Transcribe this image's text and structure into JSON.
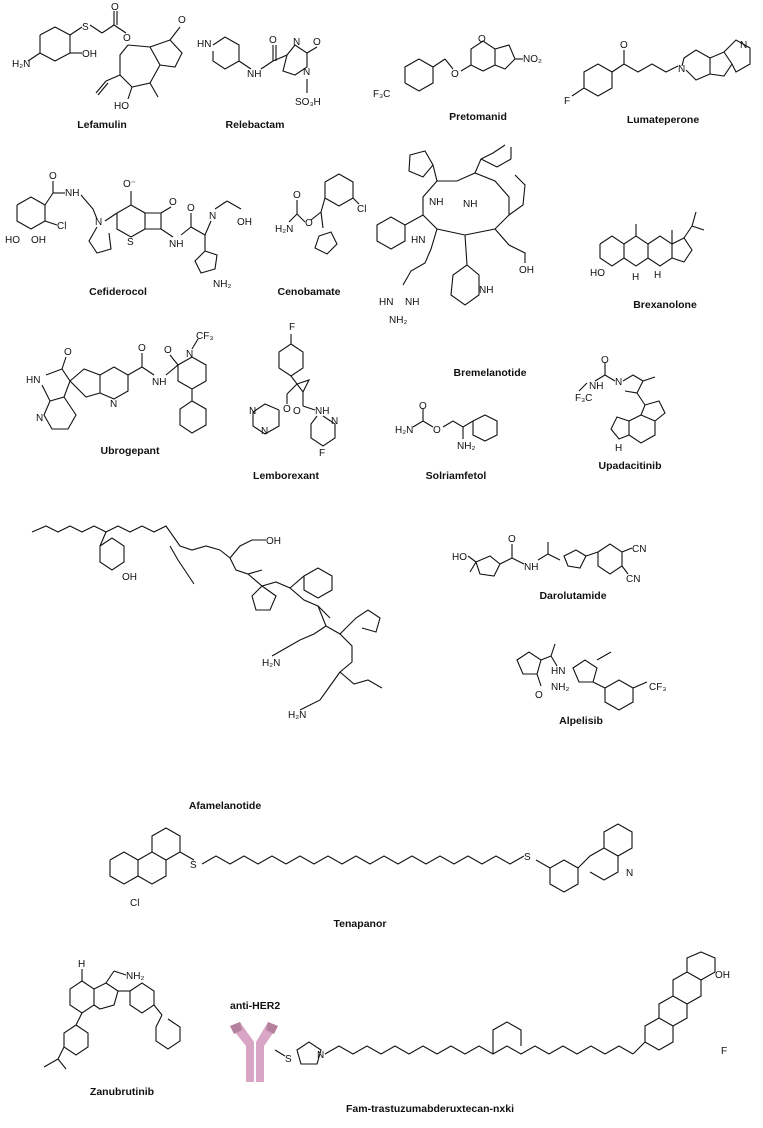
{
  "figure": {
    "compounds": [
      {
        "name": "Lefamulin"
      },
      {
        "name": "Relebactam"
      },
      {
        "name": "Pretomanid"
      },
      {
        "name": "Lumateperone"
      },
      {
        "name": "Cefiderocol"
      },
      {
        "name": "Cenobamate"
      },
      {
        "name": "Bremelanotide"
      },
      {
        "name": "Brexanolone"
      },
      {
        "name": "Ubrogepant"
      },
      {
        "name": "Lemborexant"
      },
      {
        "name": "Solriamfetol"
      },
      {
        "name": "Upadacitinib"
      },
      {
        "name": "Darolutamide"
      },
      {
        "name": "Alpelisib"
      },
      {
        "name": "Afamelanotide"
      },
      {
        "name": "Tenapanor"
      },
      {
        "name": "Zanubrutinib"
      },
      {
        "name": "Fam-trastuzumabderuxtecan-nxki"
      }
    ],
    "antibody": {
      "label": "anti-HER2",
      "color": "#d9a5c4",
      "shade_color": "#b57f9e"
    },
    "atom_labels": {
      "h2n": "H₂N",
      "nh2": "NH₂",
      "oh": "OH",
      "ho": "HO",
      "o": "O",
      "n": "N",
      "nh": "NH",
      "hn": "HN",
      "h": "H",
      "s": "S",
      "cl": "Cl",
      "f": "F",
      "cf3": "CF₃",
      "f3c": "F₃C",
      "no2": "NO₂",
      "cn": "CN",
      "so3h": "SO₃H",
      "coo": "O⁻"
    }
  }
}
